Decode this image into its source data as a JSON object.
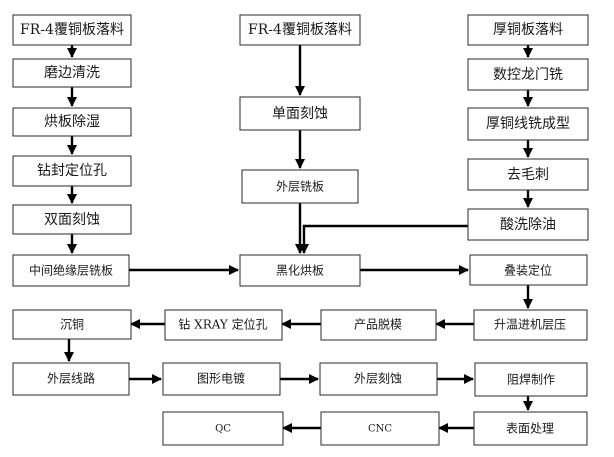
{
  "diagram": {
    "nodes": {
      "fr4_cut_left": "FR-4覆铜板落料",
      "edge_grind_clean": "磨边清洗",
      "bake_dehumidify": "烘板除湿",
      "drill_seal_holes": "钻封定位孔",
      "double_etch": "双面刻蚀",
      "mid_insulation_mill": "中间绝缘层铣板",
      "fr4_cut_mid": "FR-4覆铜板落料",
      "single_etch": "单面刻蚀",
      "outer_mill": "外层铣板",
      "blacken_bake": "黑化烘板",
      "thick_copper_cut": "厚铜板落料",
      "cnc_gantry_mill": "数控龙门铣",
      "thick_line_mill": "厚铜线铣成型",
      "deburr": "去毛刺",
      "acid_degrease": "酸洗除油",
      "stack_position": "叠装定位",
      "heat_press": "升温进机层压",
      "product_demold": "产品脱模",
      "drill_xray": "钻 XRAY 定位孔",
      "copper_sink": "沉铜",
      "outer_circuit": "外层线路",
      "pattern_plate": "图形电镀",
      "outer_etch": "外层刻蚀",
      "solder_mask": "阻焊制作",
      "surface_finish": "表面处理",
      "cnc": "CNC",
      "qc": "QC"
    }
  }
}
